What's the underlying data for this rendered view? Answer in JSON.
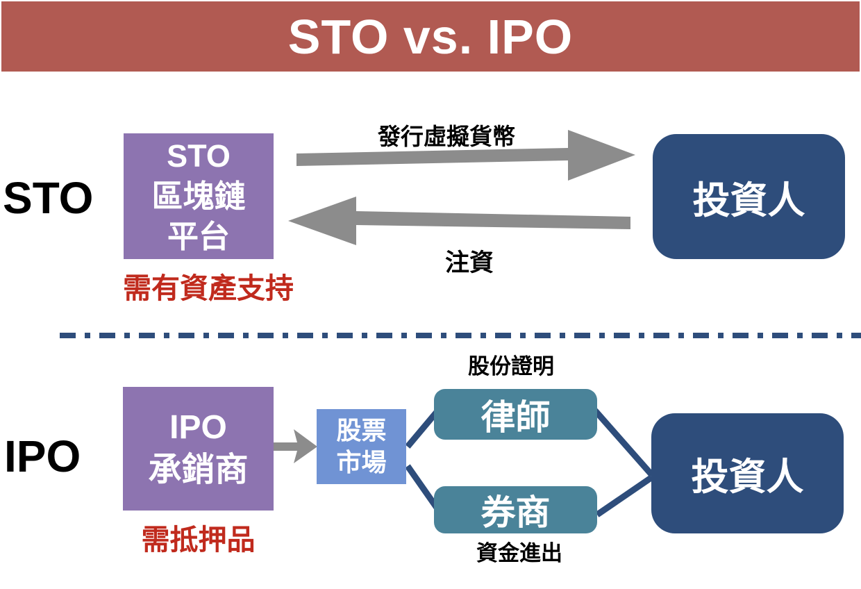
{
  "header": {
    "title": "STO vs. IPO"
  },
  "colors": {
    "header_bg": "#b15a52",
    "purple_box": "#8d74b0",
    "navy": "#2e4d7b",
    "teal_box": "#4a8399",
    "light_blue_box": "#7093d4",
    "arrow_gray": "#8c8c8c",
    "caption_red": "#c02a1d"
  },
  "sto_section": {
    "row_label": "STO",
    "platform_box": {
      "line1": "STO",
      "line2": "區塊鏈",
      "line3": "平台"
    },
    "caption": "需有資產支持",
    "issue_arrow_label": "發行虛擬貨幣",
    "fund_arrow_label": "注資",
    "investor_box_label": "投資人"
  },
  "ipo_section": {
    "row_label": "IPO",
    "underwriter_box": {
      "line1": "IPO",
      "line2": "承銷商"
    },
    "caption": "需抵押品",
    "market_box": {
      "line1": "股票",
      "line2": "市場"
    },
    "lawyer_box_label": "律師",
    "broker_box_label": "券商",
    "share_certificate_label": "股份證明",
    "funds_flow_label": "資金進出",
    "investor_box_label": "投資人"
  }
}
